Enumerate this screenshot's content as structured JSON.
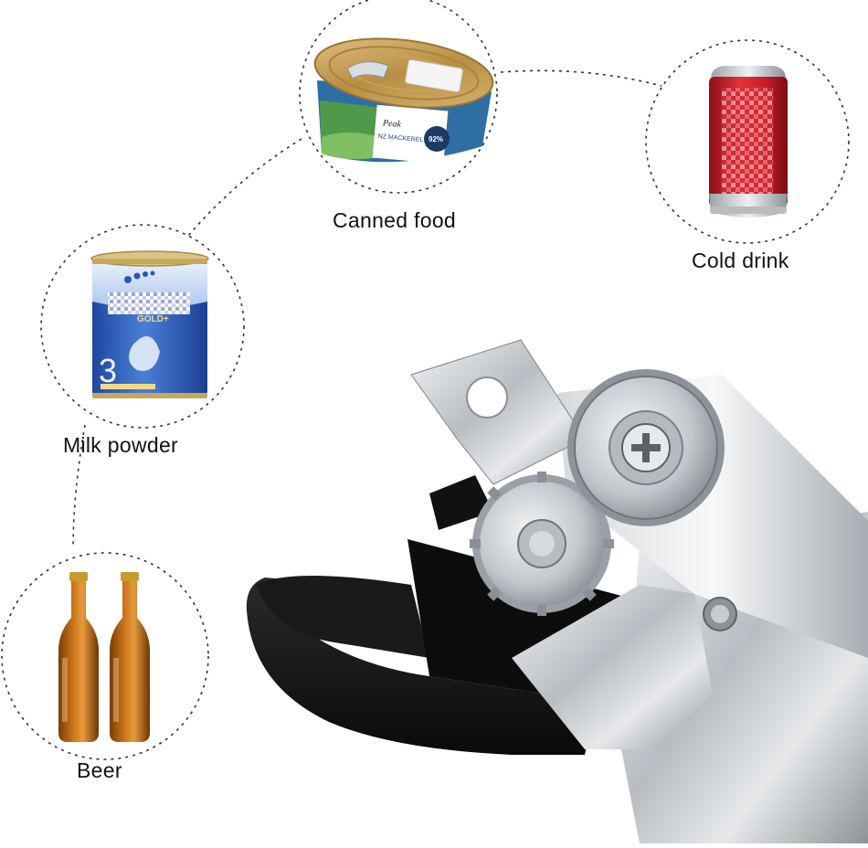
{
  "items": [
    {
      "id": "canned-food",
      "label": "Canned food"
    },
    {
      "id": "cold-drink",
      "label": "Cold drink"
    },
    {
      "id": "milk-powder",
      "label": "Milk powder"
    },
    {
      "id": "beer",
      "label": "Beer"
    }
  ],
  "product_text": {
    "can_brand": "Peak",
    "can_recipe": "NZ MACKEREL RECIPE",
    "can_percent": "92%",
    "tin_badge": "GOLD+",
    "tin_stage": "3"
  },
  "colors": {
    "circle_border": "#333333",
    "can_lid": "#c9a45c",
    "can_band": "#2e6ea3",
    "soda_red": "#d21f2a",
    "tin_blue": "#2f5fb8",
    "beer_amber": "#b8620f",
    "opener_handle": "#151515",
    "opener_metal": "#c4c7cb"
  }
}
